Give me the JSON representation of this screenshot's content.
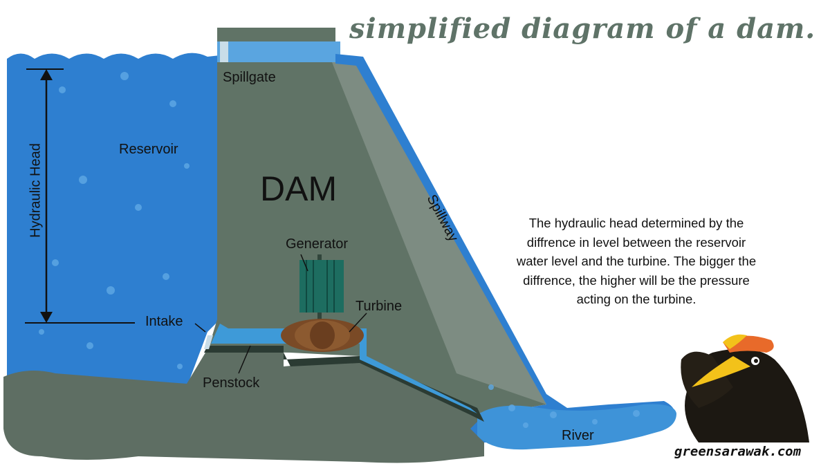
{
  "title": "simplified diagram of a dam.",
  "labels": {
    "dam": "DAM",
    "spillgate": "Spillgate",
    "reservoir": "Reservoir",
    "hydraulic_head": "Hydraulic Head",
    "spillway": "Spillway",
    "generator": "Generator",
    "turbine": "Turbine",
    "intake": "Intake",
    "penstock": "Penstock",
    "river": "River"
  },
  "description": "The hydraulic head determined by the diffrence in level between the reservoir water level and the turbine. The bigger the diffrence, the higher will be the pressure acting on the turbine.",
  "credit": "greensarawak.com",
  "icons": [
    "hornbill-mascot-icon"
  ],
  "colors": {
    "water": "#2e7fd0",
    "water_light": "#5aa5e0",
    "dam": "#607366",
    "dam_light": "#7d8c82",
    "ground": "#5e6e63",
    "title": "#5f7368",
    "turbine": "#7a4a26",
    "generator": "#1d6d60"
  }
}
